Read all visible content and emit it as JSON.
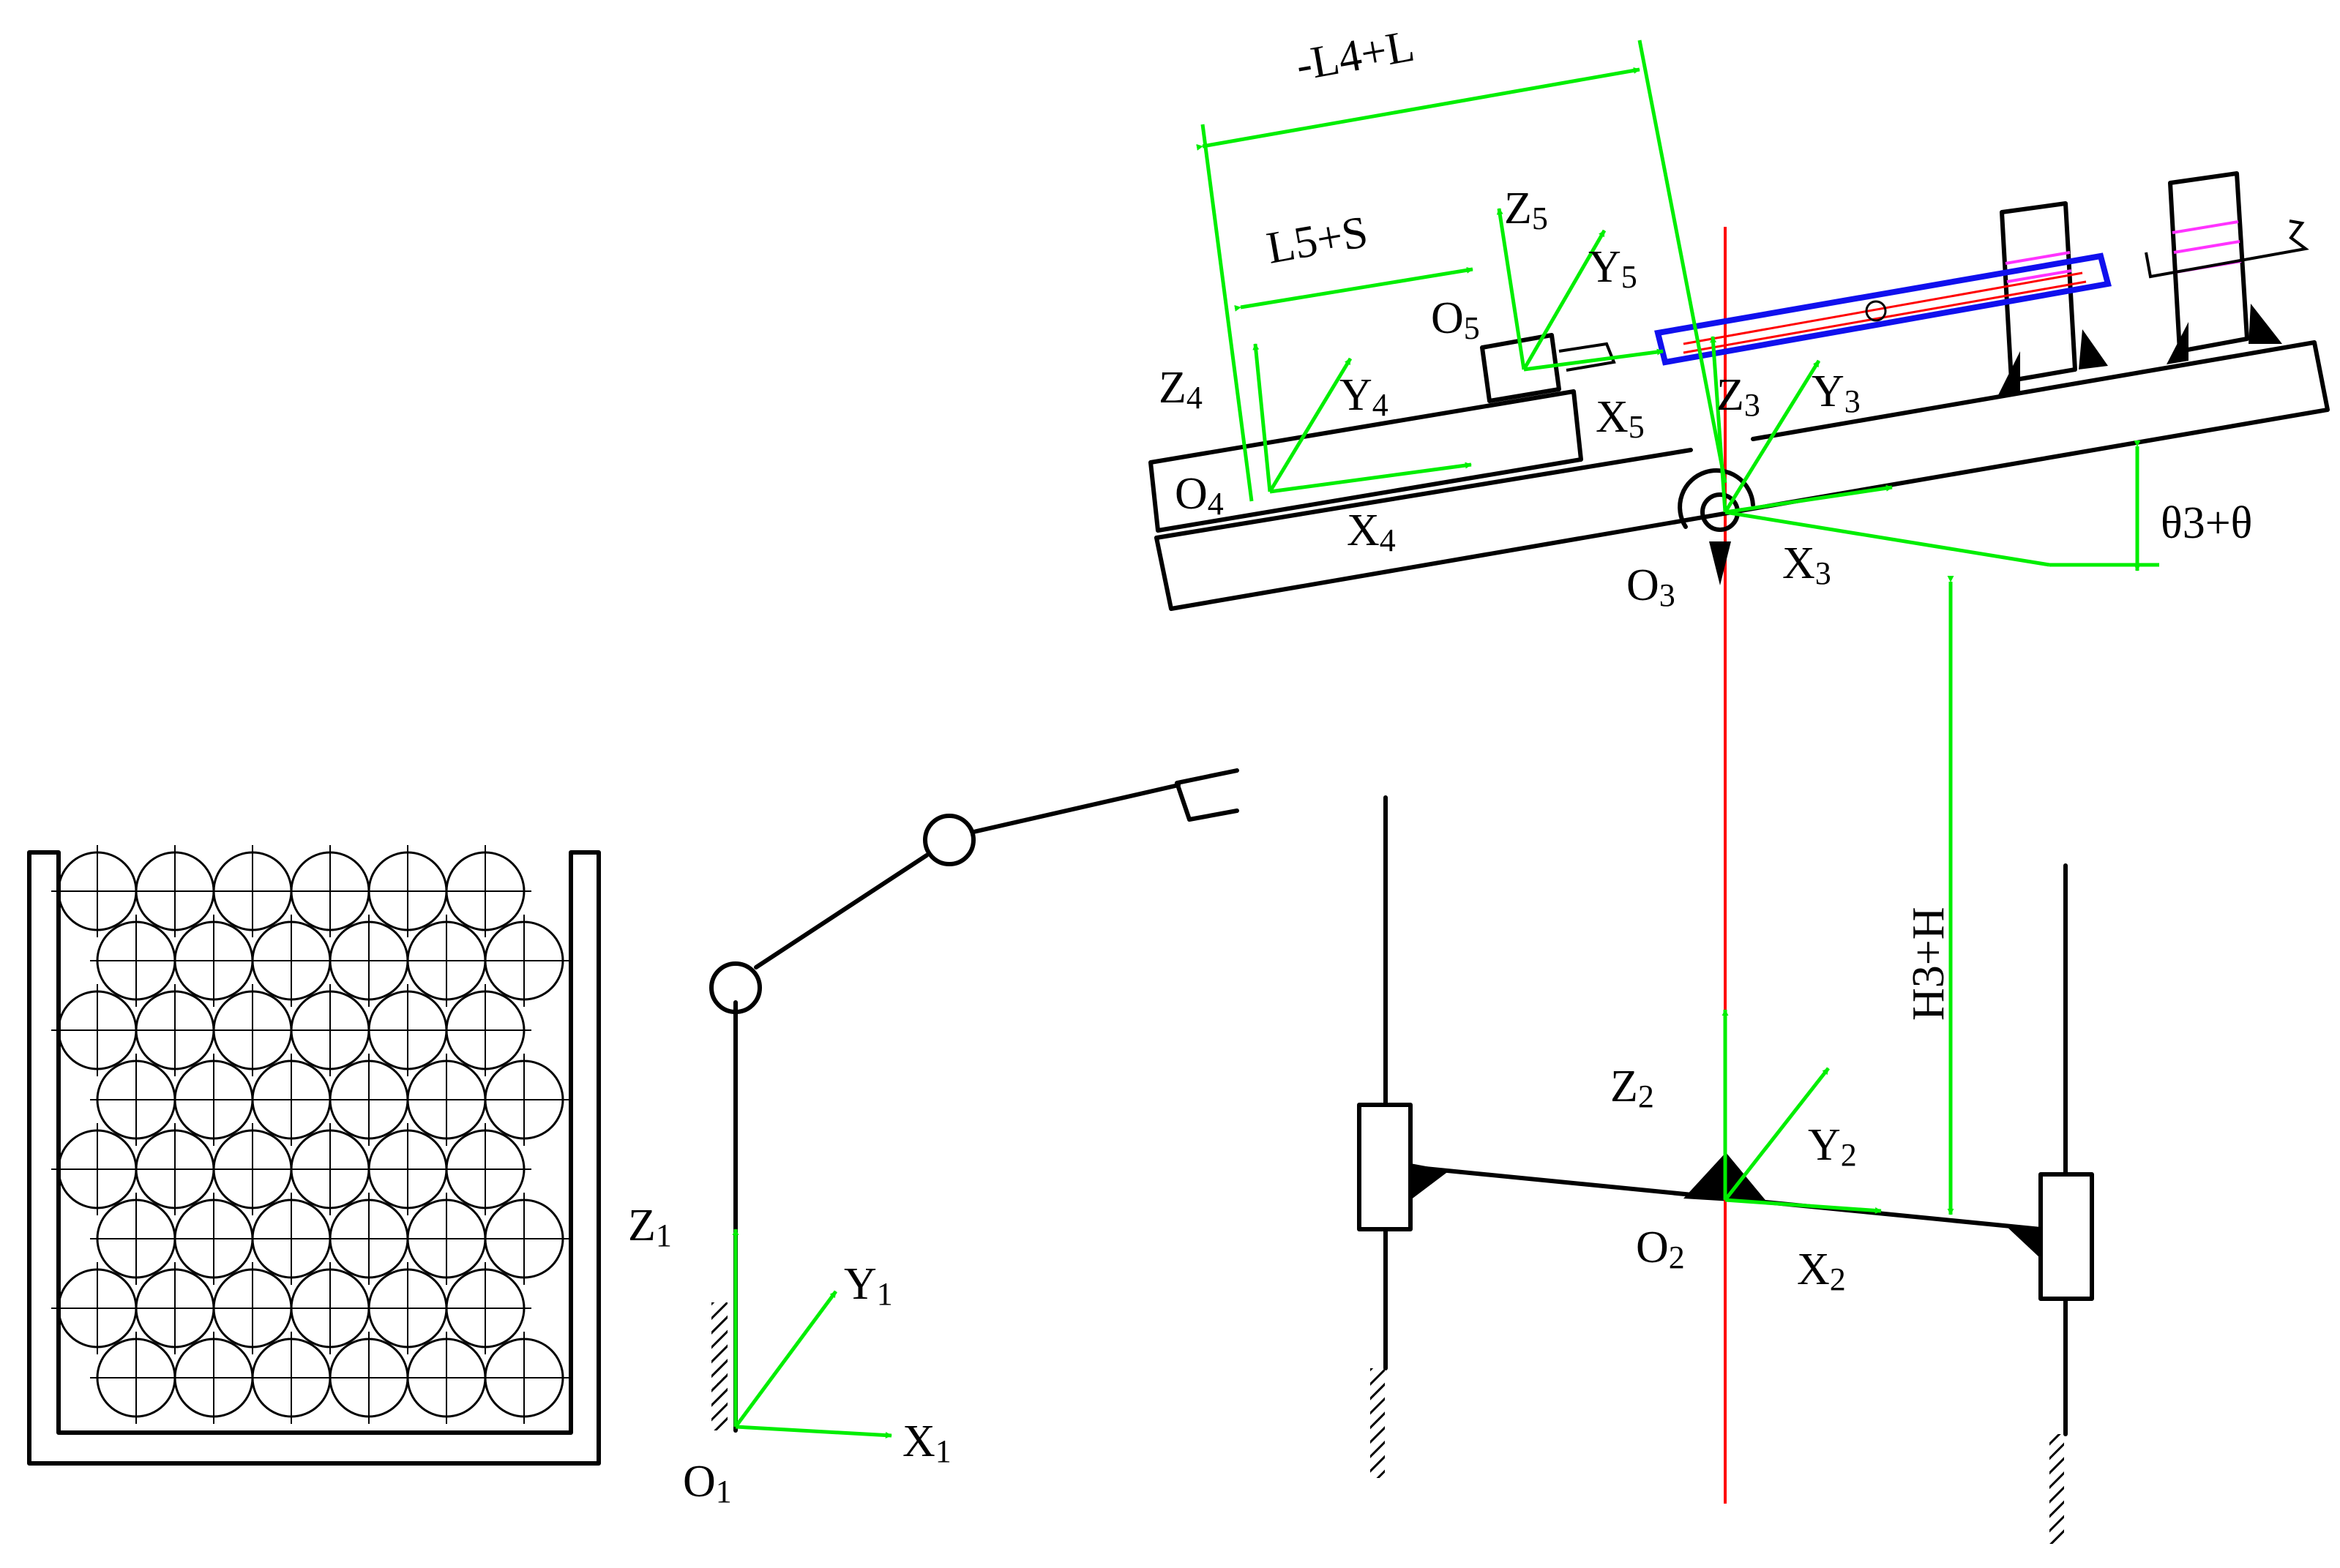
{
  "colors": {
    "axis": "#00ee00",
    "reference_line": "#ff0000",
    "workpiece": "#1010ee",
    "band": "#ff33ff"
  },
  "dimensions": {
    "top": "-L4+L",
    "slide": "L5+S",
    "angle": "θ3+θ",
    "height": "H3+H"
  },
  "frames": {
    "f1": {
      "o": "O",
      "z": "Z",
      "y": "Y",
      "x": "X",
      "n": "1"
    },
    "f2": {
      "o": "O",
      "z": "Z",
      "y": "Y",
      "x": "X",
      "n": "2"
    },
    "f3": {
      "o": "O",
      "z": "Z",
      "y": "Y",
      "x": "X",
      "n": "3"
    },
    "f4": {
      "o": "O",
      "z": "Z",
      "y": "Y",
      "x": "X",
      "n": "4"
    },
    "f5": {
      "o": "O",
      "z": "Z",
      "y": "Y",
      "x": "X",
      "n": "5"
    }
  }
}
